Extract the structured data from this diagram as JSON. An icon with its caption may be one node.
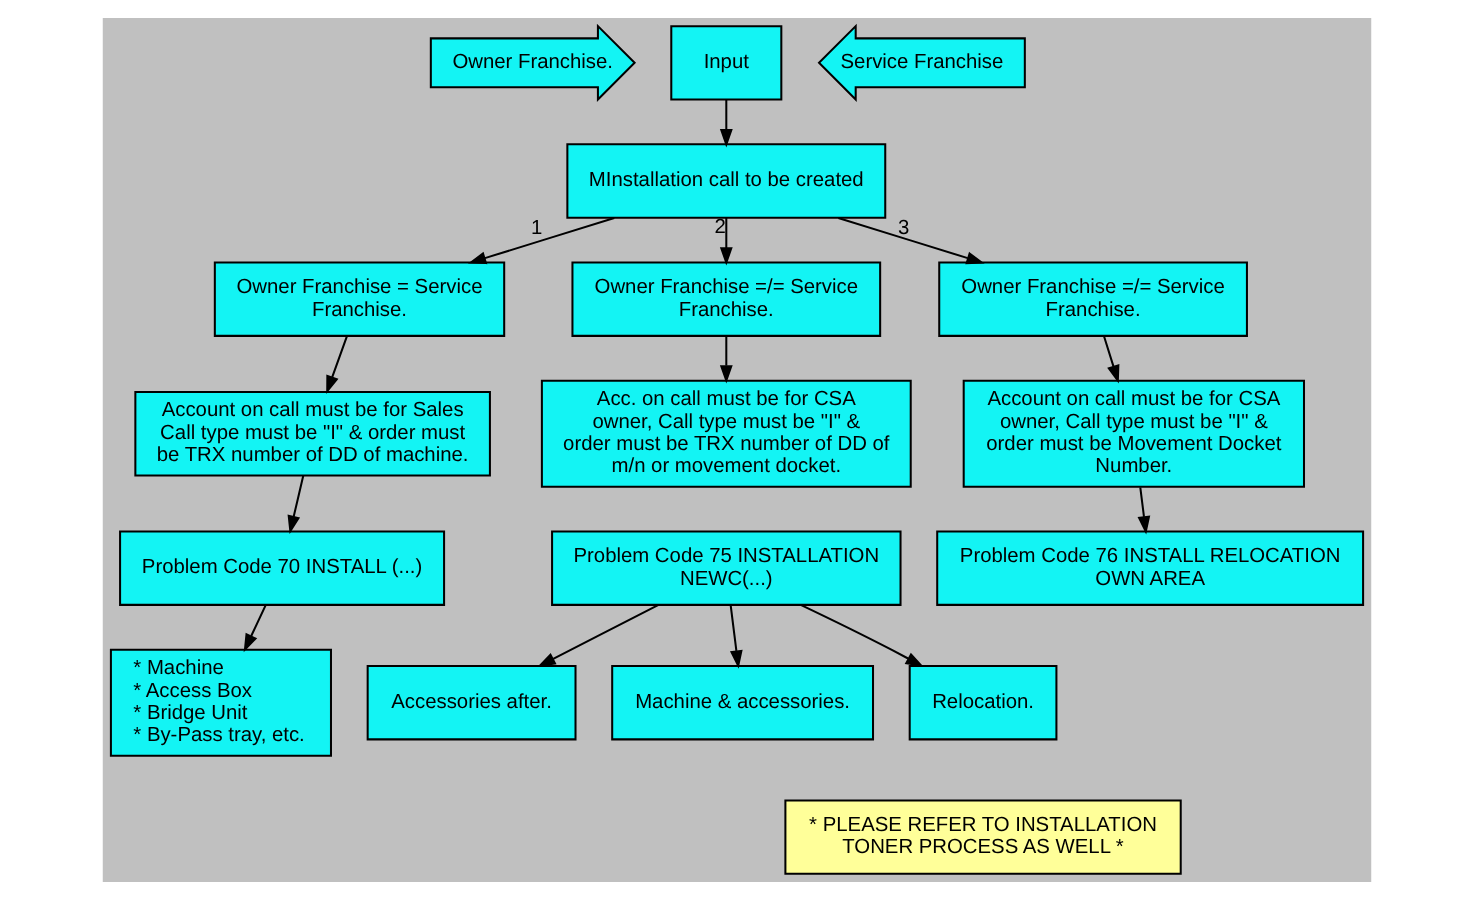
{
  "diagram": {
    "nodes": [
      {
        "text": [
          "Owner Franchise."
        ]
      },
      {
        "text": [
          "Input"
        ]
      },
      {
        "text": [
          "Service Franchise"
        ]
      },
      {
        "text": [
          "MInstallation call to be created"
        ]
      },
      {
        "text": [
          "Owner Franchise = Service Franchise."
        ]
      },
      {
        "text": [
          "Account on call must be for Sales Call type must be \"I\" & order must be TRX number of DD of machine."
        ]
      },
      {
        "text": [
          "Problem Code 70 INSTALL (...)"
        ]
      },
      {
        "text": [
          "* Machine",
          "* Access Box",
          "* Bridge Unit",
          "* By-Pass tray, etc."
        ]
      },
      {
        "text": [
          "Owner Franchise =/= Service Franchise."
        ]
      },
      {
        "text": [
          "Acc. on call must be for CSA owner, Call type must be \"I\" & order must be TRX number of DD of m/n or movement docket."
        ]
      },
      {
        "text": [
          "Problem Code 75 INSTALLATION NEWC(...)"
        ]
      },
      {
        "text": [
          "Accessories after."
        ]
      },
      {
        "text": [
          "Machine & accessories."
        ]
      },
      {
        "text": [
          "Relocation."
        ]
      },
      {
        "text": [
          "Owner Franchise =/= Service Franchise."
        ]
      },
      {
        "text": [
          "Account on call must be for CSA owner, Call type must be \"I\" & order must be Movement Docket Number."
        ]
      },
      {
        "text": [
          "Problem Code 76 INSTALL RELOCATION OWN AREA"
        ]
      },
      {
        "text": [
          "* PLEASE REFER TO INSTALLATION TONER PROCESS AS WELL *"
        ]
      }
    ],
    "edges": [
      {
        "from": 1,
        "to": 3,
        "arrow": "to"
      },
      {
        "from": 3,
        "to": 4,
        "arrow": "to",
        "label": "1"
      },
      {
        "from": 3,
        "to": 8,
        "arrow": "to",
        "label": "2"
      },
      {
        "from": 3,
        "to": 14,
        "arrow": "to",
        "label": "3"
      },
      {
        "from": 4,
        "to": 5,
        "arrow": "to"
      },
      {
        "from": 5,
        "to": 6,
        "arrow": "to"
      },
      {
        "from": 6,
        "to": 7,
        "arrow": "to"
      },
      {
        "from": 8,
        "to": 9,
        "arrow": "to"
      },
      {
        "from": 10,
        "to": 11,
        "arrow": "to"
      },
      {
        "from": 10,
        "to": 12,
        "arrow": "to"
      },
      {
        "from": 10,
        "to": 13,
        "arrow": "to"
      },
      {
        "from": 14,
        "to": 15,
        "arrow": "to"
      },
      {
        "from": 15,
        "to": 16,
        "arrow": "to"
      }
    ]
  }
}
